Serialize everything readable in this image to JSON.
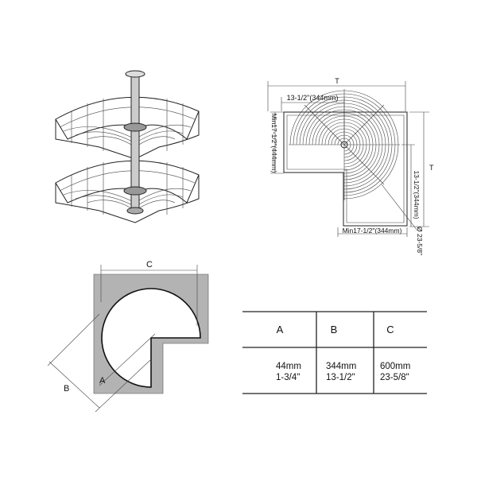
{
  "plan": {
    "total_label": "T",
    "top_width": "13-1/2\"(344mm)",
    "left_depth": "Min17-1/2\"(444mm)",
    "right_total": "T",
    "right_depth": "13-1/2\"(344mm)",
    "bottom_width": "Min17-1/2\"(344mm)",
    "diameter": "Ø 23-5/8\""
  },
  "corner": {
    "c_label": "C",
    "b_label": "B",
    "a_label": "A",
    "panel_color": "#b3b3b3"
  },
  "table": {
    "headers": [
      "A",
      "B",
      "C"
    ],
    "rows": [
      [
        {
          "mm": "44mm",
          "in": "1-3/4\""
        },
        {
          "mm": "344mm",
          "in": "13-1/2\""
        },
        {
          "mm": "600mm",
          "in": "23-5/8\""
        }
      ]
    ]
  }
}
